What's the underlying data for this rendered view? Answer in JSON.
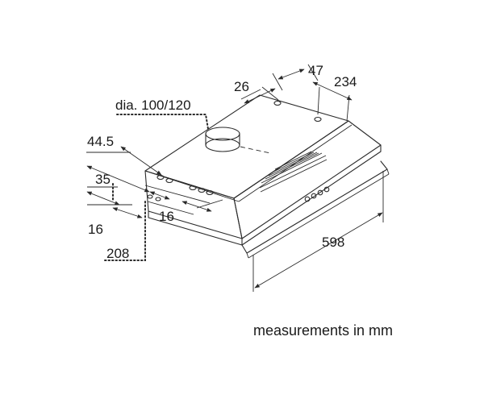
{
  "diagram": {
    "duct_label": "dia. 100/120",
    "dims": {
      "d26": "26",
      "d47": "47",
      "d234": "234",
      "d44_5": "44.5",
      "d35": "35",
      "d16_left": "16",
      "d16_front": "16",
      "d208": "208",
      "d598": "598"
    },
    "units_note": "measurements in mm"
  }
}
